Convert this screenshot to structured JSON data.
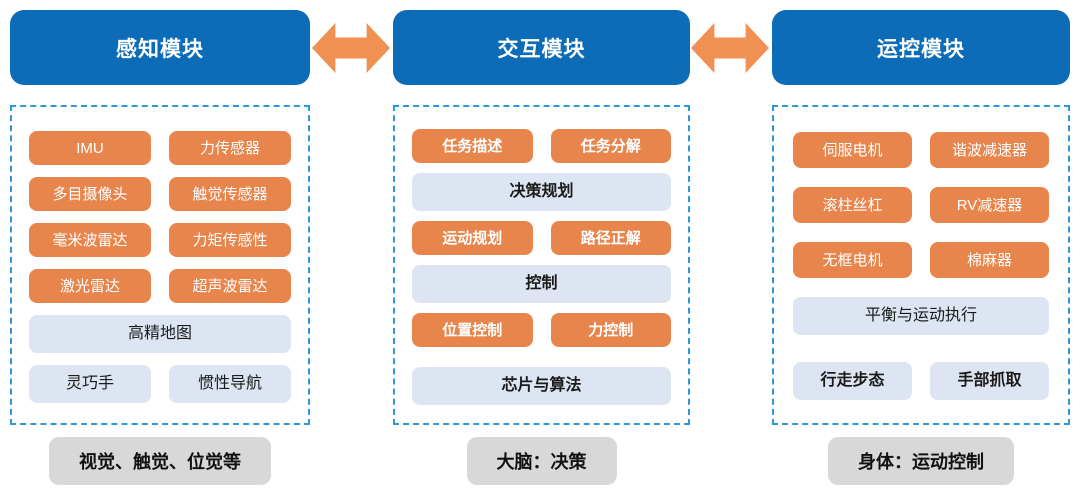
{
  "colors": {
    "header_blue": "#0C6CB8",
    "tag_orange": "#E8854C",
    "light_blue": "#DCE5F1",
    "footer_gray": "#D8D8D8",
    "dashed_border": "#2E96D9",
    "arrow_orange": "#EE9152"
  },
  "arrows": [
    {
      "name": "perception-interaction-arrow",
      "direction": "both"
    },
    {
      "name": "interaction-motion-arrow",
      "direction": "both"
    }
  ],
  "columns": [
    {
      "header": "感知模块",
      "footer": "视觉、触觉、位觉等",
      "rows": [
        {
          "style": "orange",
          "items": [
            "IMU",
            "力传感器"
          ]
        },
        {
          "style": "orange",
          "items": [
            "多目摄像头",
            "触觉传感器"
          ]
        },
        {
          "style": "orange",
          "items": [
            "毫米波雷达",
            "力矩传感性"
          ]
        },
        {
          "style": "orange",
          "items": [
            "激光雷达",
            "超声波雷达"
          ]
        },
        {
          "style": "light-wide",
          "items": [
            "高精地图"
          ]
        },
        {
          "style": "light",
          "items": [
            "灵巧手",
            "惯性导航"
          ]
        }
      ]
    },
    {
      "header": "交互模块",
      "footer": "大脑：决策",
      "rows": [
        {
          "style": "orange",
          "items": [
            "任务描述",
            "任务分解"
          ]
        },
        {
          "style": "light-wide",
          "items": [
            "决策规划"
          ]
        },
        {
          "style": "orange",
          "items": [
            "运动规划",
            "路径正解"
          ]
        },
        {
          "style": "light-wide",
          "items": [
            "控制"
          ]
        },
        {
          "style": "orange",
          "items": [
            "位置控制",
            "力控制"
          ]
        },
        {
          "style": "light-wide",
          "items": [
            "芯片与算法"
          ]
        }
      ]
    },
    {
      "header": "运控模块",
      "footer": "身体：运动控制",
      "rows": [
        {
          "style": "orange",
          "items": [
            "伺服电机",
            "谐波减速器"
          ]
        },
        {
          "style": "orange",
          "items": [
            "滚柱丝杠",
            "RV减速器"
          ]
        },
        {
          "style": "orange",
          "items": [
            "无框电机",
            "棉麻器"
          ]
        },
        {
          "style": "light-wide",
          "items": [
            "平衡与运动执行"
          ]
        },
        {
          "style": "light",
          "items": [
            "行走步态",
            "手部抓取"
          ]
        }
      ]
    }
  ]
}
